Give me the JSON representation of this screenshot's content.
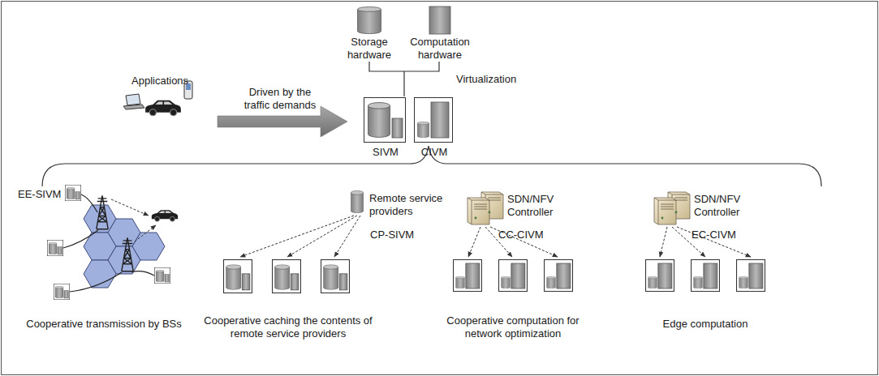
{
  "diagram": {
    "nodes": [
      {
        "text": [
          "Storage hardware"
        ]
      },
      {
        "text": [
          "Computation hardware"
        ]
      },
      {
        "text": [
          "SIVM"
        ]
      },
      {
        "text": [
          "CIVM"
        ]
      },
      {
        "text": [
          "Remote service providers"
        ]
      },
      {
        "text": [
          "SDN/NFV Controller"
        ]
      },
      {
        "text": [
          "SDN/NFV Controller"
        ]
      }
    ],
    "labels": [
      "Applications",
      "Driven by the traffic demands",
      "Virtualization",
      "EE-SIVM",
      "CP-SIVM",
      "CC-CIVM",
      "EC-CIVM",
      "Cooperative transmission by BSs",
      "Cooperative caching the contents of remote service providers",
      "Cooperative computation for network optimization",
      "Edge computation"
    ]
  }
}
